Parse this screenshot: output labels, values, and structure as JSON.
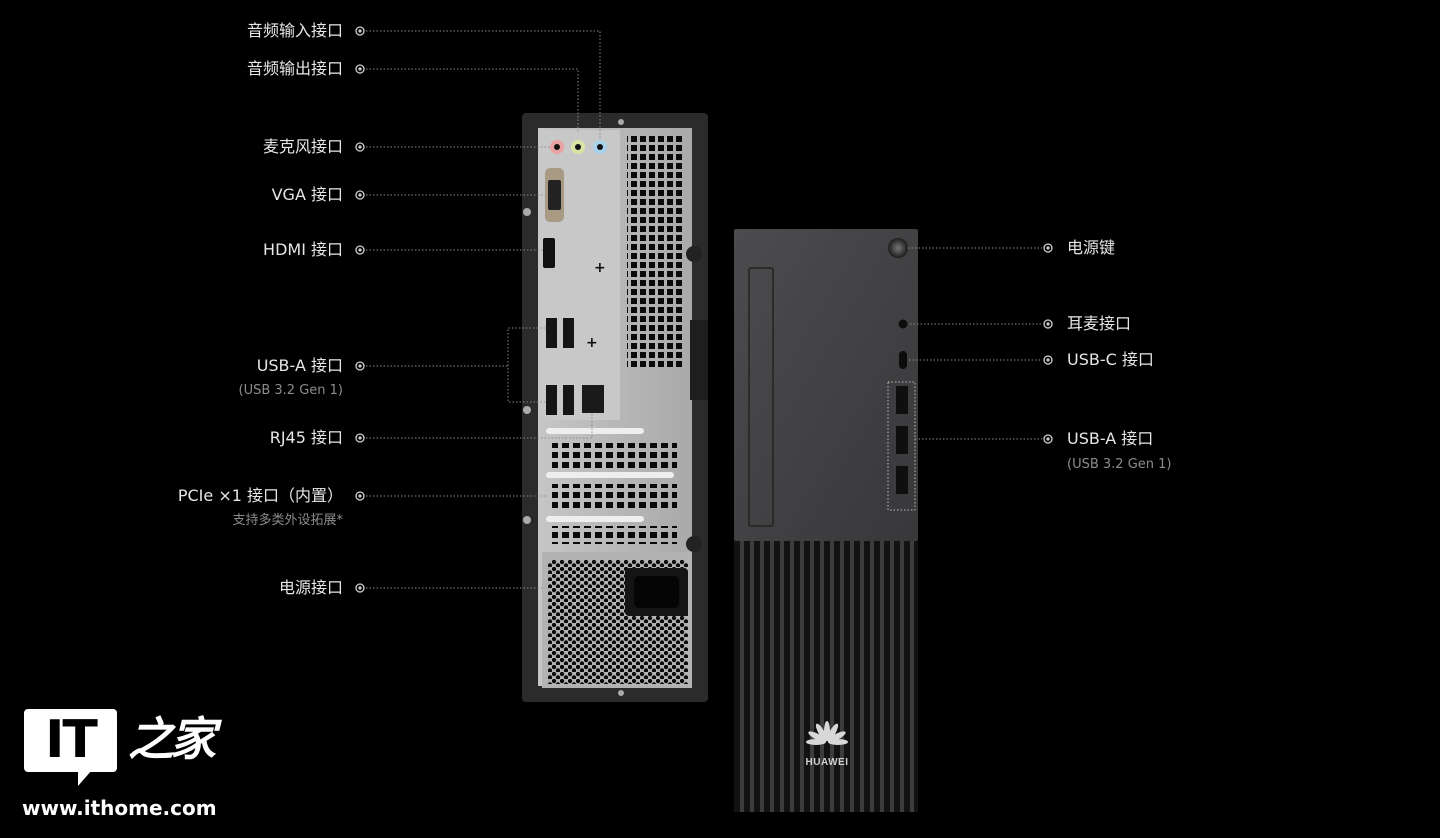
{
  "left_callouts": [
    {
      "label": "音频输入接口"
    },
    {
      "label": "音频输出接口"
    },
    {
      "label": "麦克风接口"
    },
    {
      "label": "VGA 接口"
    },
    {
      "label": "HDMI 接口"
    },
    {
      "label": "USB-A 接口",
      "sub": "(USB 3.2 Gen 1)"
    },
    {
      "label": "RJ45 接口"
    },
    {
      "label": "PCIe ×1 接口（内置）",
      "sub": "支持多类外设拓展*"
    },
    {
      "label": "电源接口"
    }
  ],
  "right_callouts": [
    {
      "label": "电源键"
    },
    {
      "label": "耳麦接口"
    },
    {
      "label": "USB-C 接口"
    },
    {
      "label": "USB-A 接口",
      "sub": "(USB 3.2 Gen 1)"
    }
  ],
  "product": {
    "brand": "HUAWEI"
  },
  "watermark": {
    "logo_text": "IT",
    "logo_chinese": "之家",
    "url": "www.ithome.com"
  },
  "colors": {
    "background": "#000000",
    "label": "#e6e6e6",
    "sublabel": "#8c8c8c",
    "panel": "#b9b9b9",
    "front": "#434345"
  }
}
